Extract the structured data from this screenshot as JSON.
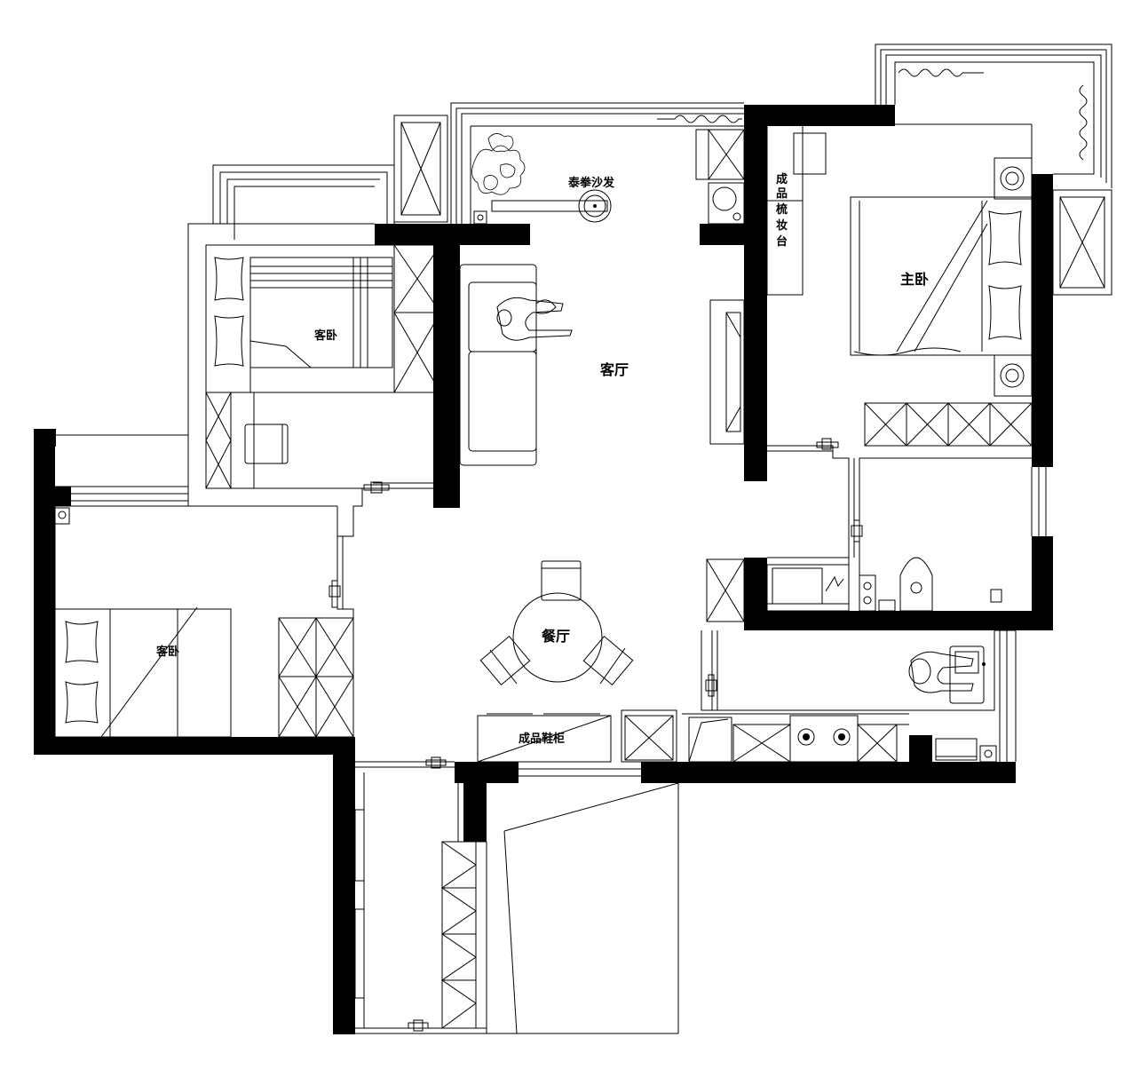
{
  "rooms": {
    "guest_bedroom_top": "客卧",
    "guest_bedroom_left": "客卧",
    "living_room": "客厅",
    "master_bedroom": "主卧",
    "dining_room": "餐厅"
  },
  "furniture": {
    "recliner_sofa": "泰拳沙发",
    "dresser_chars": [
      "成",
      "品",
      "梳",
      "妆",
      "台"
    ],
    "shoe_cabinet": "成品鞋柜"
  },
  "colors": {
    "wall": "#000000",
    "line": "#000000",
    "background": "#ffffff"
  },
  "icons": [
    "bed-icon",
    "pillow-icon",
    "sofa-icon",
    "person-icon",
    "plant-icon",
    "table-icon",
    "chair-icon",
    "toilet-icon",
    "sink-icon",
    "stove-icon",
    "washing-machine-icon",
    "wardrobe-icon",
    "door-icon"
  ]
}
